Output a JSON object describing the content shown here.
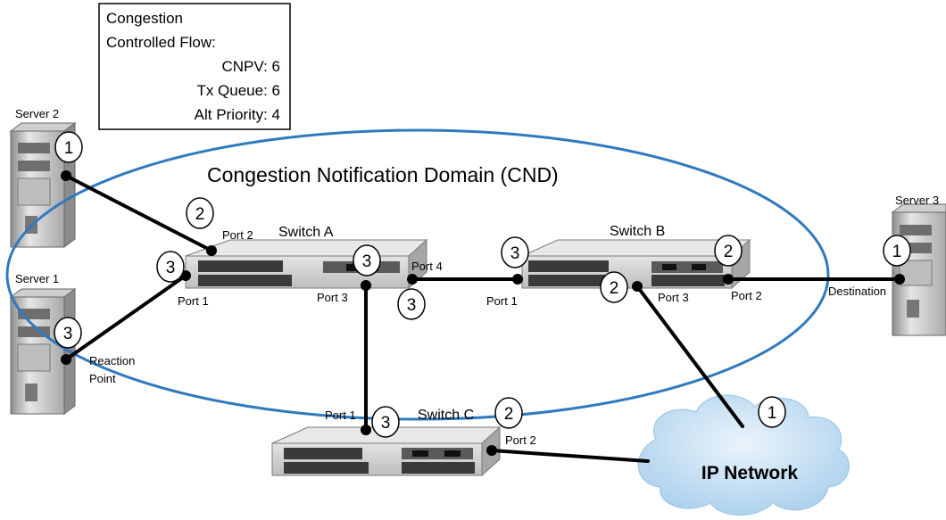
{
  "legend": {
    "line1": "Congestion",
    "line2": "Controlled Flow:",
    "cnpv": "CNPV: 6",
    "tx_queue": "Tx Queue: 6",
    "alt_priority": "Alt Priority: 4"
  },
  "domain_title": "Congestion Notification Domain (CND)",
  "servers": {
    "server1": "Server 1",
    "server2": "Server 2",
    "server3": "Server 3"
  },
  "switches": {
    "switch_a": "Switch A",
    "switch_b": "Switch B",
    "switch_c": "Switch C"
  },
  "ports": {
    "a_port1": "Port 1",
    "a_port2": "Port 2",
    "a_port3": "Port 3",
    "a_port4": "Port 4",
    "b_port1": "Port 1",
    "b_port2": "Port 2",
    "b_port3": "Port 3",
    "c_port1": "Port 1",
    "c_port2": "Port 2"
  },
  "annotations": {
    "reaction_point_1": "Reaction",
    "reaction_point_2": "Point",
    "destination": "Destination"
  },
  "cloud_label": "IP Network",
  "priority_markers": {
    "server2": "1",
    "switch_a_port2": "2",
    "switch_a_port1": "3",
    "server1": "3",
    "switch_a_port3": "3",
    "switch_a_port4": "3",
    "switch_b_port1": "3",
    "switch_b_top": "2",
    "switch_b_port3": "2",
    "server3": "1",
    "switch_c_port1": "3",
    "switch_c_top": "2",
    "ip_network": "1"
  },
  "colors": {
    "domain_ellipse": "#2f7abf",
    "cloud_fill": "#c9e2f4",
    "switch_body": "#cfcfcf",
    "server_body": "#d9d9d9",
    "link": "#000000"
  }
}
